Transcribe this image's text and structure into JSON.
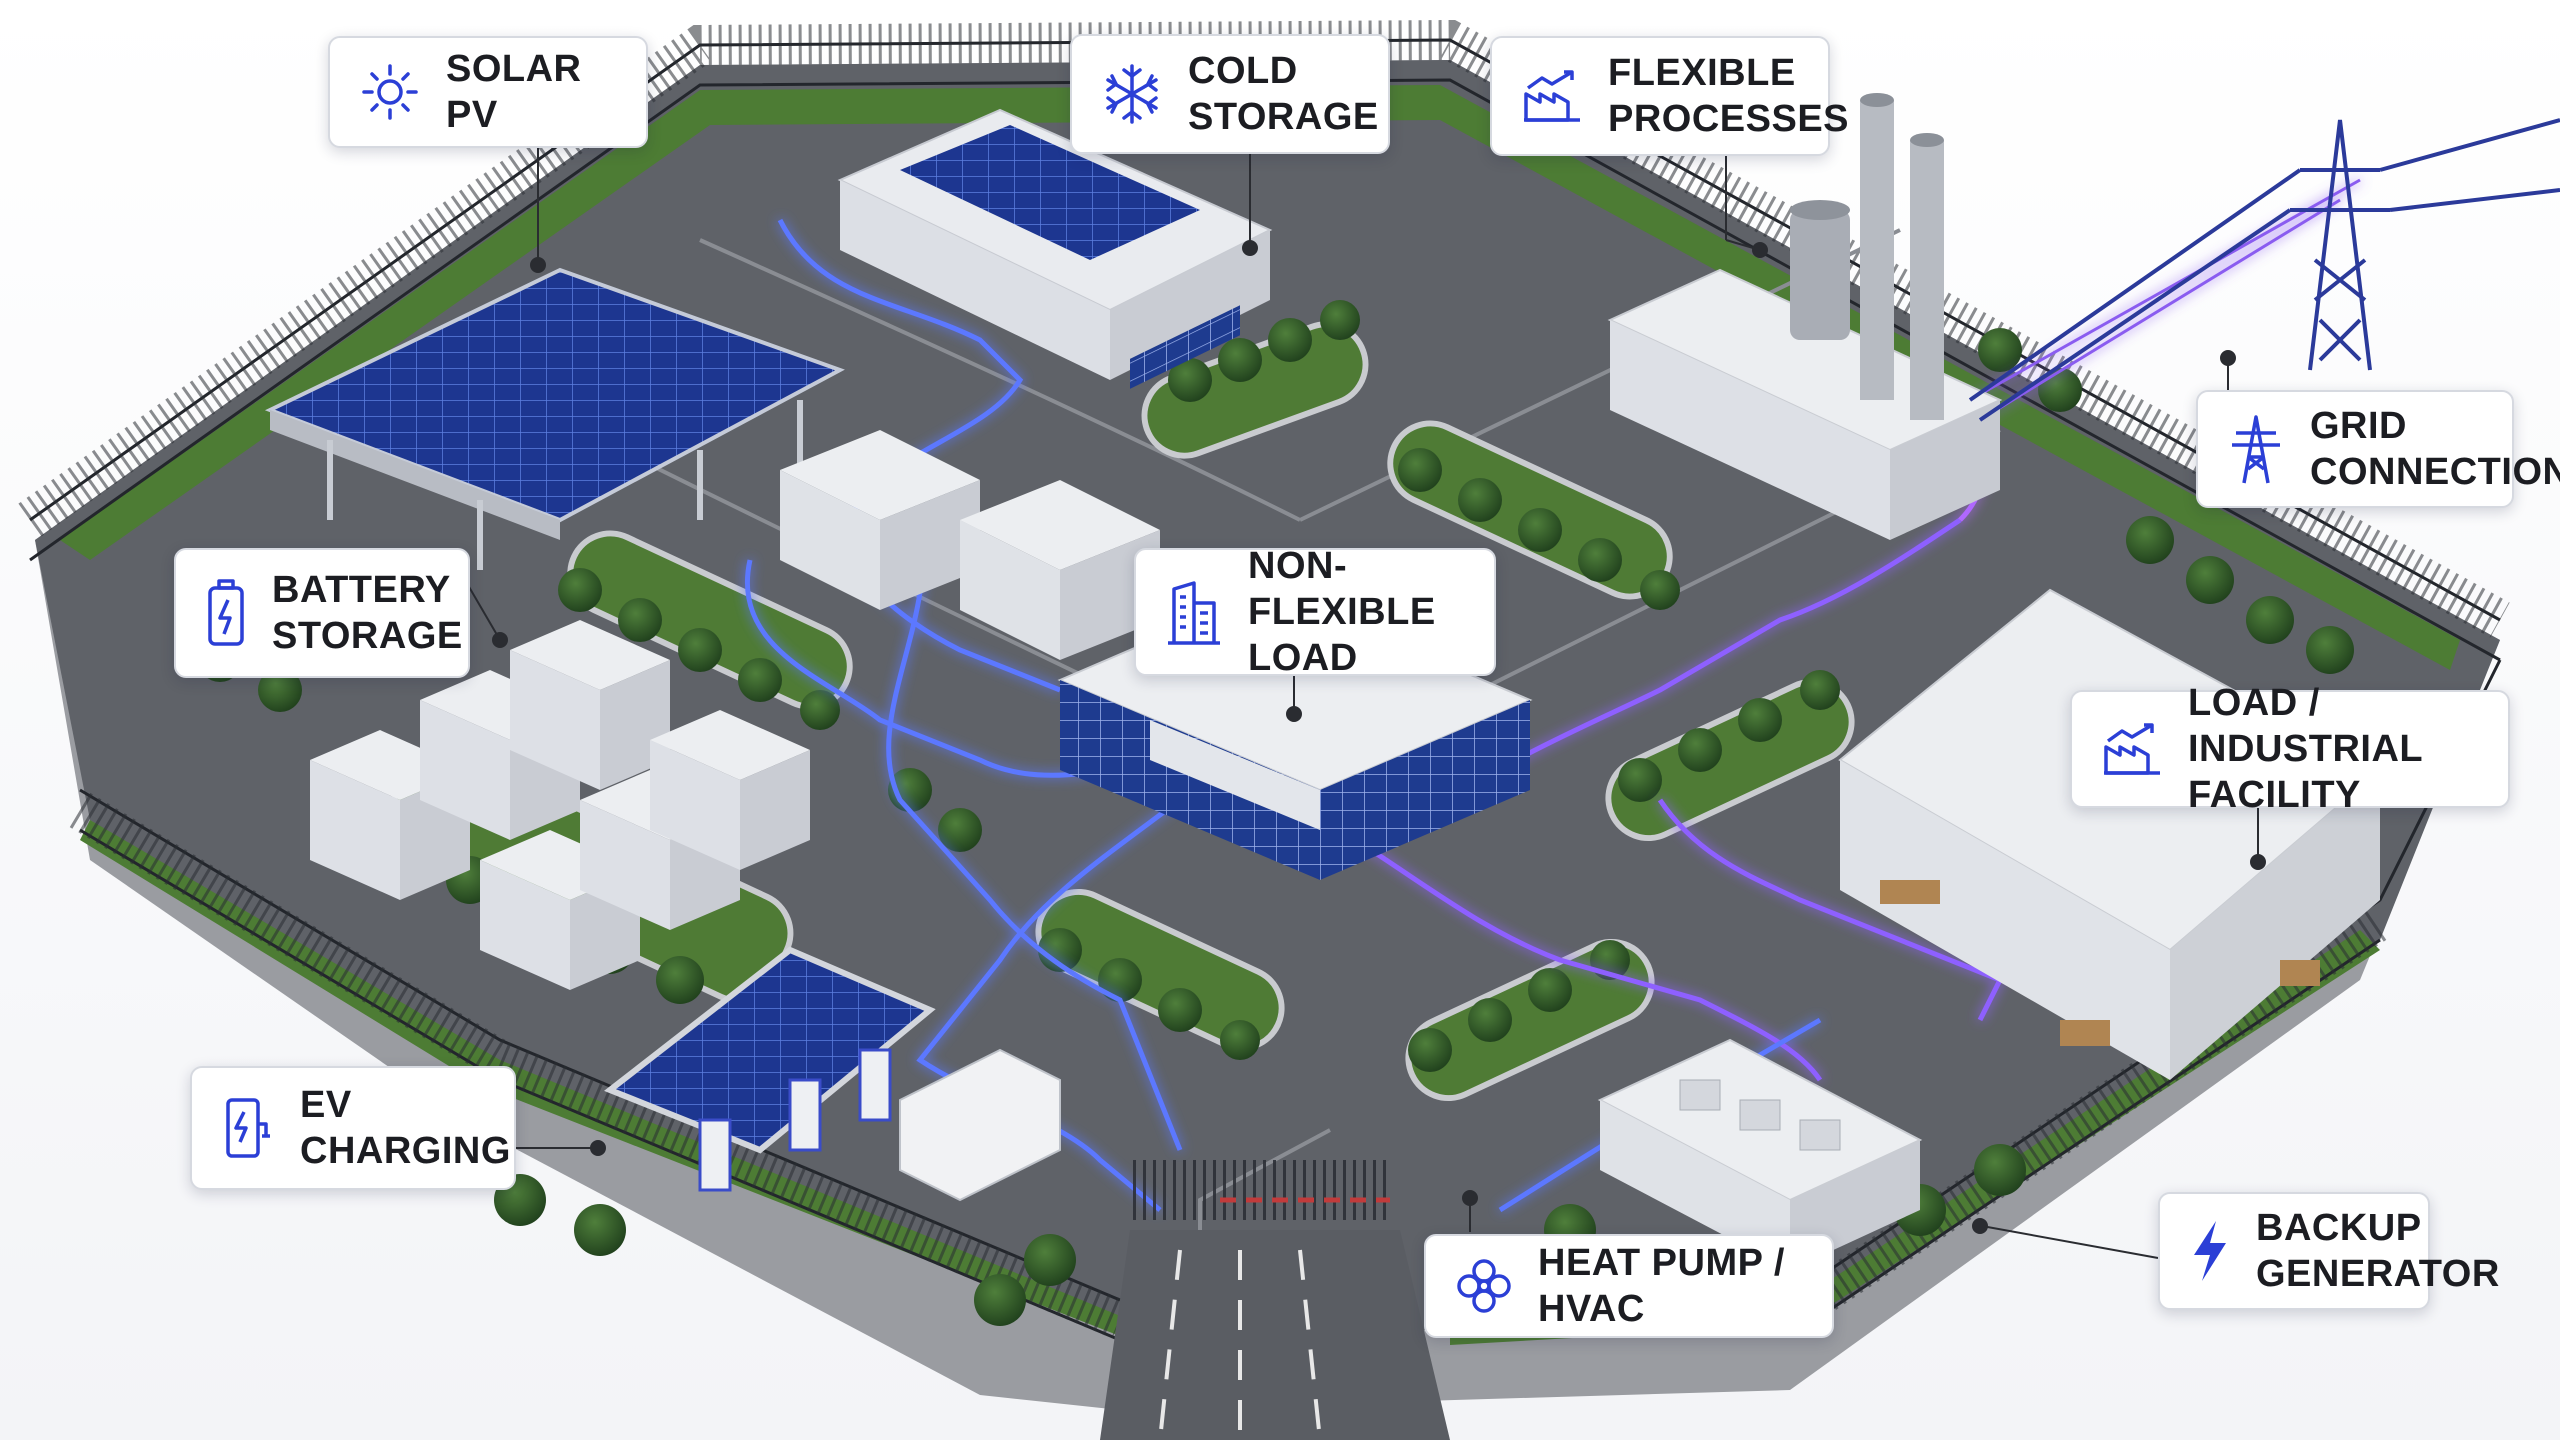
{
  "colors": {
    "accent": "#2b3fd6",
    "flow_blue": "#4f6dff",
    "flow_purple": "#9b5cff",
    "grass": "#5b8a3a",
    "asphalt": "#6b6e73",
    "panel": "#1f3a9a"
  },
  "labels": {
    "solar_pv": {
      "text": "SOLAR PV",
      "icon": "sun-icon"
    },
    "cold_storage": {
      "text": "COLD\nSTORAGE",
      "icon": "snowflake-icon"
    },
    "flexible_processes": {
      "text": "FLEXIBLE\nPROCESSES",
      "icon": "factory-chart-icon"
    },
    "grid_connection": {
      "text": "GRID\nCONNECTION",
      "icon": "transmission-tower-icon"
    },
    "battery_storage": {
      "text": "BATTERY\nSTORAGE",
      "icon": "battery-icon"
    },
    "non_flexible_load": {
      "text": "NON-FLEXIBLE\nLOAD",
      "icon": "office-building-icon"
    },
    "load_industrial": {
      "text": "LOAD / INDUSTRIAL\nFACILITY",
      "icon": "factory-chart-icon"
    },
    "ev_charging": {
      "text": "EV\nCHARGING",
      "icon": "ev-charger-icon"
    },
    "heat_pump": {
      "text": "HEAT PUMP / HVAC",
      "icon": "fan-icon"
    },
    "backup_generator": {
      "text": "BACKUP\nGENERATOR",
      "icon": "lightning-icon"
    }
  }
}
